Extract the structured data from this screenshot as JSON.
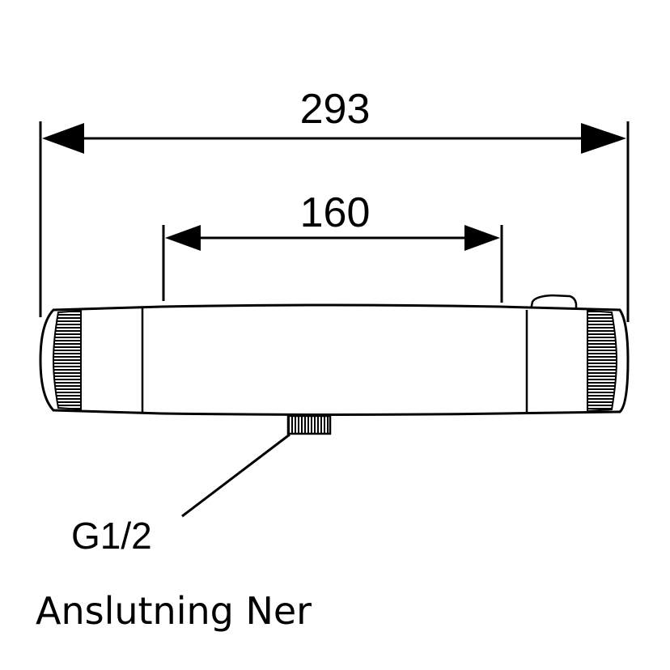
{
  "dimensions": {
    "overall_length": "293",
    "inlet_spacing": "160"
  },
  "connection": {
    "thread_label": "G1/2"
  },
  "caption": "Anslutning Ner",
  "colors": {
    "line": "#000000",
    "background": "#ffffff"
  }
}
